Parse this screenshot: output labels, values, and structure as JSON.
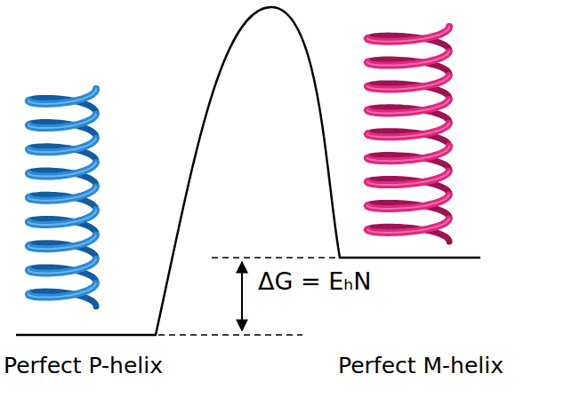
{
  "diagram": {
    "labels": [
      "ΔG = EₕN",
      "Perfect P-helix",
      "Perfect M-helix"
    ]
  }
}
